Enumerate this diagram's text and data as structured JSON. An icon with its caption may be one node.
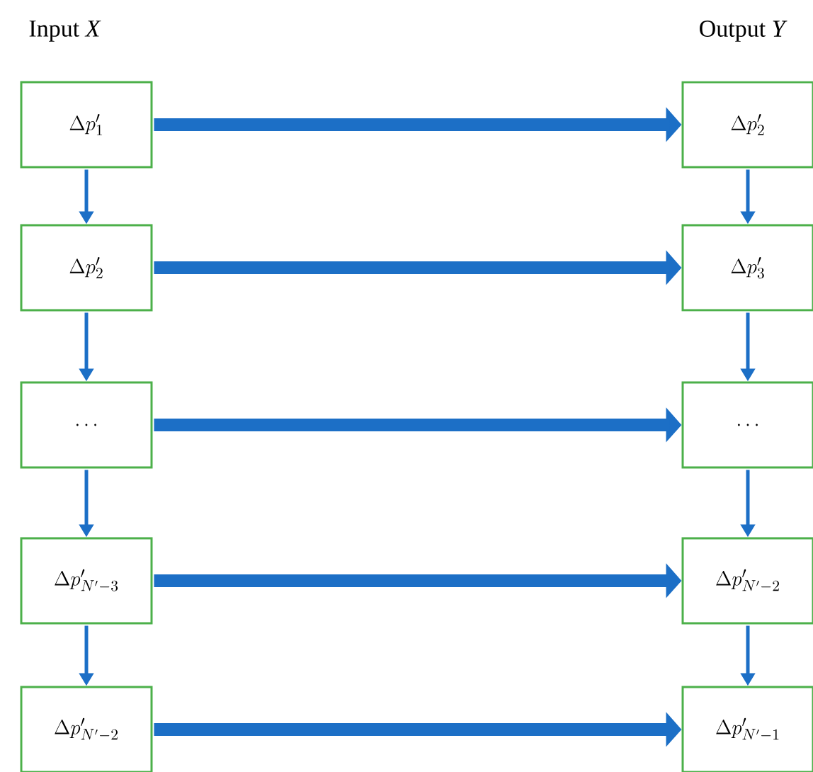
{
  "diagram": {
    "nodes": [
      {
        "text": [
          "\\Delta p'_{1}"
        ]
      },
      {
        "text": [
          "\\Delta p'_{2}"
        ]
      },
      {
        "text": [
          "\\Delta p'_{2}"
        ]
      },
      {
        "text": [
          "\\Delta p'_{3}"
        ]
      },
      {
        "text": [
          "\\ldots"
        ]
      },
      {
        "text": [
          "\\ldots"
        ]
      },
      {
        "text": [
          "\\Delta p'_{N'-3}"
        ]
      },
      {
        "text": [
          "\\Delta p'_{N'-2}"
        ]
      },
      {
        "text": [
          "\\Delta p'_{N'-2}"
        ]
      },
      {
        "text": [
          "\\Delta p'_{N'-1}"
        ]
      }
    ],
    "edges": [
      {
        "from": 0,
        "to": 1,
        "arrow": "to",
        "style": "thick"
      },
      {
        "from": 2,
        "to": 3,
        "arrow": "to",
        "style": "thick"
      },
      {
        "from": 4,
        "to": 5,
        "arrow": "to",
        "style": "thick"
      },
      {
        "from": 6,
        "to": 7,
        "arrow": "to",
        "style": "thick"
      },
      {
        "from": 8,
        "to": 9,
        "arrow": "to",
        "style": "thick"
      },
      {
        "from": 0,
        "to": 2,
        "arrow": "to"
      },
      {
        "from": 2,
        "to": 4,
        "arrow": "to"
      },
      {
        "from": 4,
        "to": 6,
        "arrow": "to"
      },
      {
        "from": 6,
        "to": 8,
        "arrow": "to"
      },
      {
        "from": 1,
        "to": 3,
        "arrow": "to"
      },
      {
        "from": 3,
        "to": 5,
        "arrow": "to"
      },
      {
        "from": 5,
        "to": 7,
        "arrow": "to"
      },
      {
        "from": 7,
        "to": 9,
        "arrow": "to"
      }
    ],
    "labels": [
      "Input *X*",
      "Output *Y*"
    ]
  }
}
